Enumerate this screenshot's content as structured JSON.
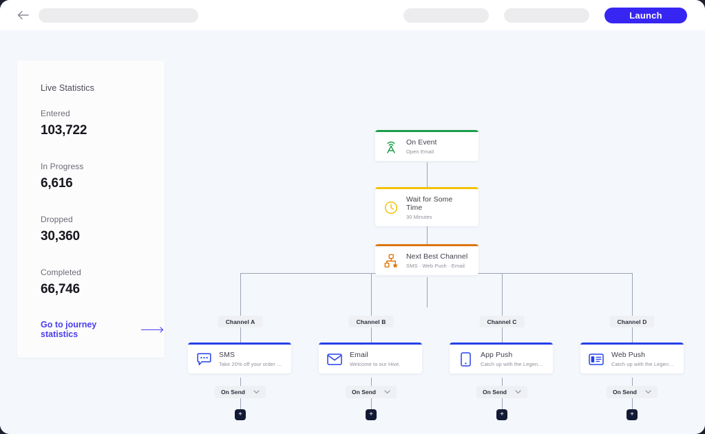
{
  "topbar": {
    "back_icon": "arrow-left-icon",
    "title_placeholder": "",
    "action_a_placeholder": "",
    "action_b_placeholder": "",
    "launch_label": "Launch"
  },
  "stats_panel": {
    "title": "Live Statistics",
    "items": [
      {
        "label": "Entered",
        "value": "103,722"
      },
      {
        "label": "In Progress",
        "value": "6,616"
      },
      {
        "label": "Dropped",
        "value": "30,360"
      },
      {
        "label": "Completed",
        "value": "66,746"
      }
    ],
    "link_label": "Go to journey statistics",
    "link_color": "#4a3df0"
  },
  "flow": {
    "trigger_nodes": [
      {
        "title": "On Event",
        "subtitle": "Open Email",
        "accent": "#1b9e4b",
        "icon": "broadcast-tower-icon"
      },
      {
        "title": "Wait for Some Time",
        "subtitle": "30 Minutes",
        "accent": "#f2c200",
        "icon": "clock-icon"
      },
      {
        "title": "Next Best Channel",
        "subtitle": "SMS · Web Push · Email",
        "accent": "#dd7506",
        "icon": "branch-star-icon"
      }
    ],
    "branch_accent": "#2440e8",
    "branches": [
      {
        "chip": "Channel A",
        "title": "SMS",
        "subtitle": "Take 20% off your order with code ...",
        "icon": "chat-bubble-icon",
        "connector": "On Send",
        "add_label": "+"
      },
      {
        "chip": "Channel B",
        "title": "Email",
        "subtitle": "Welcome to our Hive.",
        "icon": "envelope-icon",
        "connector": "On Send",
        "add_label": "+"
      },
      {
        "chip": "Channel C",
        "title": "App Push",
        "subtitle": "Catch up with the Legends!",
        "icon": "mobile-phone-icon",
        "connector": "On Send",
        "add_label": "+"
      },
      {
        "chip": "Channel D",
        "title": "Web Push",
        "subtitle": "Catch up with the Legends!",
        "icon": "browser-window-icon",
        "connector": "On Send",
        "add_label": "+"
      }
    ]
  }
}
